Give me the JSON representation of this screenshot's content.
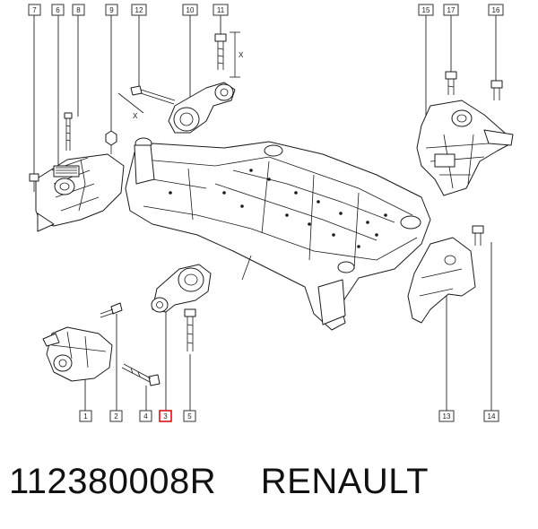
{
  "caption": {
    "part_number": "112380008R",
    "brand": "RENAULT"
  },
  "callouts": [
    {
      "id": "c7",
      "label": "7",
      "highlight": false
    },
    {
      "id": "c6",
      "label": "6",
      "highlight": false
    },
    {
      "id": "c8",
      "label": "8",
      "highlight": false
    },
    {
      "id": "c9",
      "label": "9",
      "highlight": false
    },
    {
      "id": "c12",
      "label": "12",
      "highlight": false
    },
    {
      "id": "c10",
      "label": "10",
      "highlight": false
    },
    {
      "id": "c11",
      "label": "11",
      "highlight": false
    },
    {
      "id": "c15",
      "label": "15",
      "highlight": false
    },
    {
      "id": "c17",
      "label": "17",
      "highlight": false
    },
    {
      "id": "c16",
      "label": "16",
      "highlight": false
    },
    {
      "id": "c1",
      "label": "1",
      "highlight": false
    },
    {
      "id": "c2",
      "label": "2",
      "highlight": false
    },
    {
      "id": "c4",
      "label": "4",
      "highlight": false
    },
    {
      "id": "c3",
      "label": "3",
      "highlight": true
    },
    {
      "id": "c5",
      "label": "5",
      "highlight": false
    },
    {
      "id": "c13",
      "label": "13",
      "highlight": false
    },
    {
      "id": "c14",
      "label": "14",
      "highlight": false
    }
  ],
  "dimension_labels": {
    "x_upper": "X",
    "x_left": "X"
  },
  "colors": {
    "highlight": "#d11111",
    "line": "#1a1a1a"
  }
}
